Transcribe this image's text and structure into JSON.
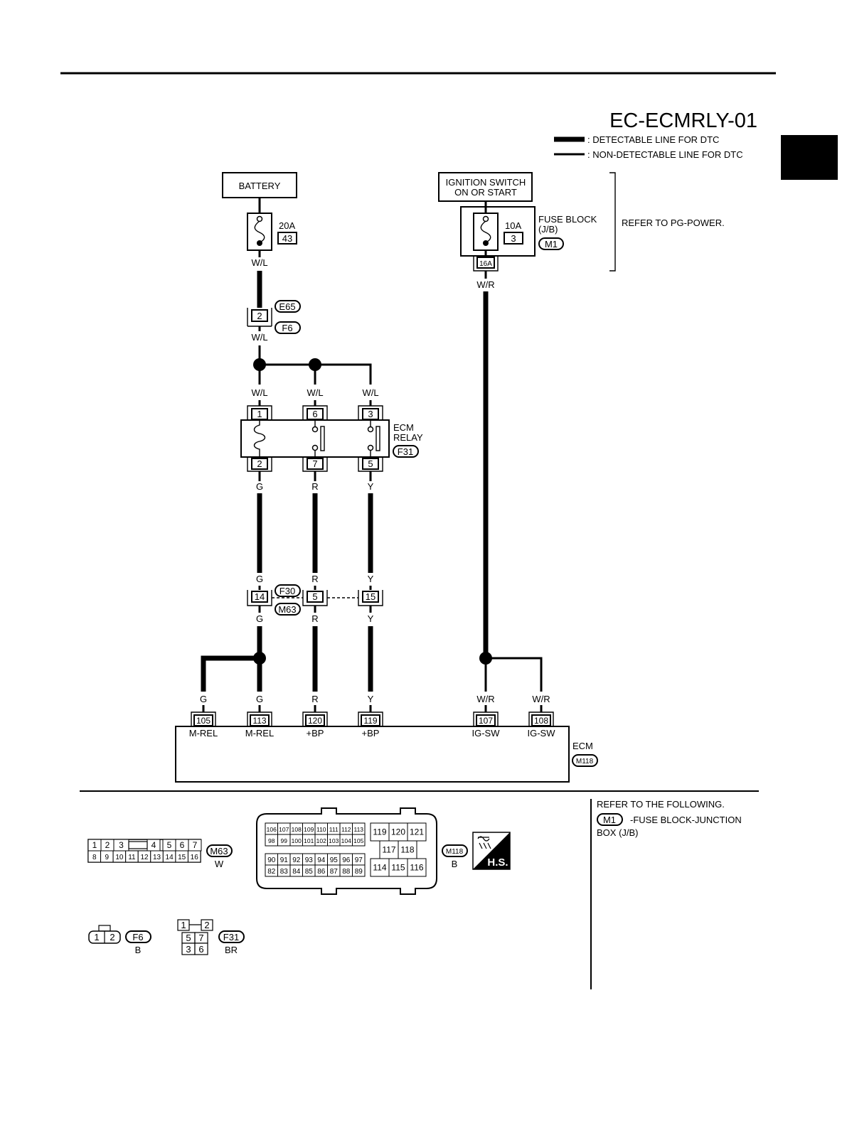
{
  "diagram_id": "EC-ECMRLY-01",
  "legend": {
    "detectable": ": DETECTABLE LINE FOR DTC",
    "non_detectable": ": NON-DETECTABLE LINE FOR DTC"
  },
  "battery": {
    "label": "BATTERY",
    "fuse_amp": "20A",
    "fuse_no": "43",
    "wire": "W/L"
  },
  "ignition": {
    "label_line1": "IGNITION SWITCH",
    "label_line2": "ON OR START",
    "fuse_amp": "10A",
    "fuse_no": "3",
    "terminal": "16A",
    "wire": "W/R",
    "fuse_block_line1": "FUSE BLOCK",
    "fuse_block_line2": "(J/B)",
    "fuse_block_conn": "M1",
    "refer": "REFER TO PG-POWER."
  },
  "joint_e65_f6": {
    "terminal": "2",
    "conn_top": "E65",
    "conn_bottom": "F6",
    "wire_in": "W/L",
    "wire_out": "W/L"
  },
  "relay": {
    "label_line1": "ECM",
    "label_line2": "RELAY",
    "conn": "F31",
    "top_terminals": [
      "1",
      "6",
      "3"
    ],
    "bottom_terminals": [
      "2",
      "7",
      "5"
    ],
    "top_wires": [
      "W/L",
      "W/L",
      "W/L"
    ],
    "bottom_wires": [
      "G",
      "R",
      "Y"
    ]
  },
  "joint_f30_m63": {
    "conn_top": "F30",
    "conn_bottom": "M63",
    "terminals": [
      "14",
      "5",
      "15"
    ],
    "wires_top": [
      "G",
      "R",
      "Y"
    ],
    "wires_bottom": [
      "G",
      "R",
      "Y"
    ]
  },
  "ecm": {
    "label": "ECM",
    "conn": "M118",
    "pins": [
      {
        "no": "105",
        "name": "M-REL",
        "wire": "G"
      },
      {
        "no": "113",
        "name": "M-REL",
        "wire": "G"
      },
      {
        "no": "120",
        "name": "+BP",
        "wire": "R"
      },
      {
        "no": "119",
        "name": "+BP",
        "wire": "Y"
      },
      {
        "no": "107",
        "name": "IG-SW",
        "wire": "W/R"
      },
      {
        "no": "108",
        "name": "IG-SW",
        "wire": "W/R"
      }
    ]
  },
  "connectors": {
    "m63": {
      "id": "M63",
      "color": "W",
      "row1": [
        "1",
        "2",
        "3",
        "4",
        "5",
        "6",
        "7"
      ],
      "row2": [
        "8",
        "9",
        "10",
        "11",
        "12",
        "13",
        "14",
        "15",
        "16"
      ]
    },
    "m118": {
      "id": "M118",
      "color": "B",
      "left_row1": [
        "106",
        "107",
        "108",
        "109",
        "110",
        "111",
        "112",
        "113"
      ],
      "left_row2": [
        "98",
        "99",
        "100",
        "101",
        "102",
        "103",
        "104",
        "105"
      ],
      "left_row3": [
        "90",
        "91",
        "92",
        "93",
        "94",
        "95",
        "96",
        "97"
      ],
      "left_row4": [
        "82",
        "83",
        "84",
        "85",
        "86",
        "87",
        "88",
        "89"
      ],
      "right_row1": [
        "119",
        "120",
        "121"
      ],
      "right_row2": [
        "117",
        "118"
      ],
      "right_row3": [
        "114",
        "115",
        "116"
      ]
    },
    "f6": {
      "id": "F6",
      "color": "B",
      "pins": [
        "1",
        "2"
      ]
    },
    "f31": {
      "id": "F31",
      "color": "BR",
      "pins": [
        "1",
        "2",
        "5",
        "7",
        "3",
        "6"
      ]
    }
  },
  "hs_badge": "H.S.",
  "refer_following": {
    "heading": "REFER TO THE FOLLOWING.",
    "conn": "M1",
    "desc_line1": "-FUSE BLOCK-JUNCTION",
    "desc_line2": "BOX (J/B)"
  }
}
